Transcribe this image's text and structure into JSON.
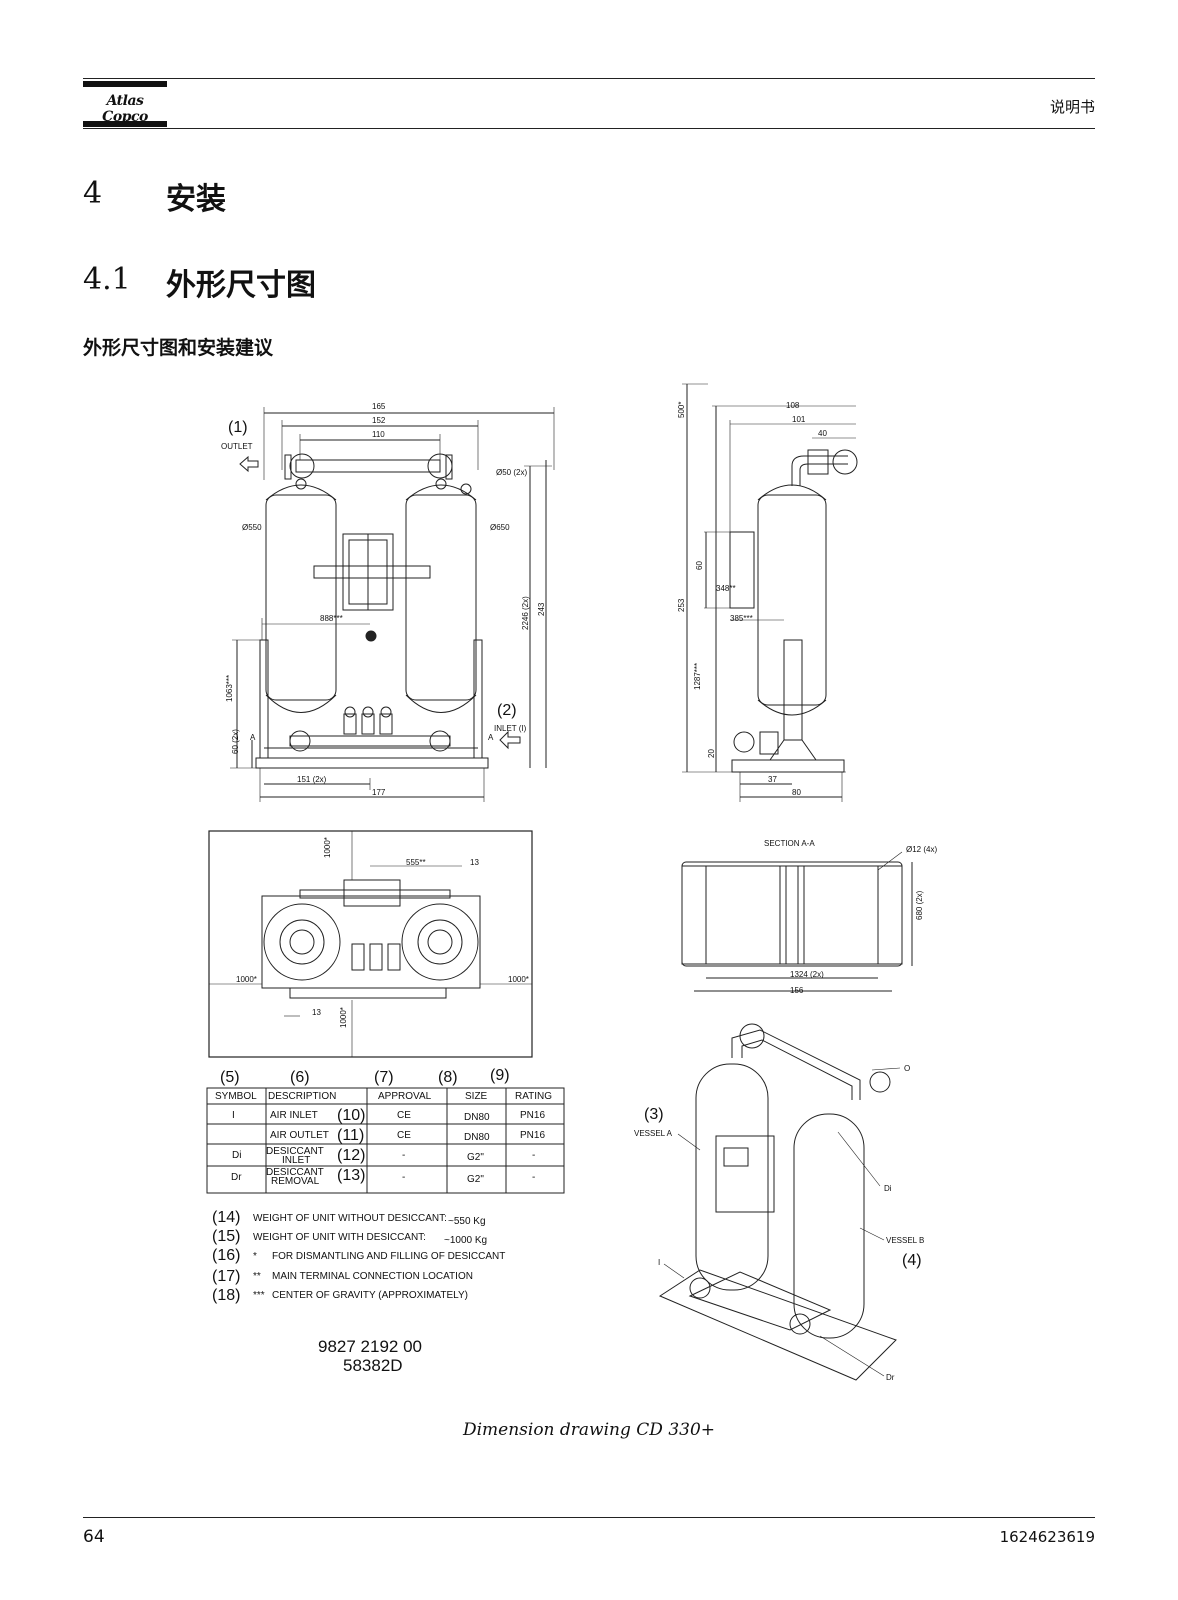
{
  "header": {
    "logo_text": "Atlas Copco",
    "doc_type": "说明书"
  },
  "section": {
    "number": "4",
    "title": "安装"
  },
  "subsection": {
    "number": "4.1",
    "title": "外形尺寸图"
  },
  "heading": "外形尺寸图和安装建议",
  "drawing": {
    "front": {
      "callout_outlet_no": "(1)",
      "outlet_label": "OUTLET",
      "callout_inlet_no": "(2)",
      "inlet_label": "INLET (I)",
      "dim_165": "165",
      "dim_152": "152",
      "dim_110": "110",
      "dim_d50": "Ø50 (2x)",
      "dim_d550": "Ø550",
      "dim_d650": "Ø650",
      "dim_888": "888***",
      "dim_2246": "2246 (2x)",
      "dim_243": "243",
      "dim_1063": "1063***",
      "dim_60": "60 (2x)",
      "dim_151": "151 (2x)",
      "dim_177": "177",
      "section_mark": "A"
    },
    "side": {
      "dim_500": "500*",
      "dim_108": "108",
      "dim_101": "101",
      "dim_40": "40",
      "dim_60": "60",
      "dim_348": "348**",
      "dim_253": "253",
      "dim_385": "385***",
      "dim_1287": "1287***",
      "dim_20": "20",
      "dim_37": "37",
      "dim_80": "80"
    },
    "top": {
      "dim_1000_top": "1000*",
      "dim_555": "555**",
      "dim_13_top": "13",
      "dim_1000_left": "1000*",
      "dim_1000_right": "1000*",
      "dim_13_bottom": "13",
      "dim_1000_bottom": "1000*"
    },
    "section": {
      "title": "SECTION A-A",
      "dim_d12": "Ø12 (4x)",
      "dim_680": "680 (2x)",
      "dim_1324": "1324 (2x)",
      "dim_156": "156"
    },
    "iso": {
      "callout_vessel_a_no": "(3)",
      "vessel_a": "VESSEL A",
      "callout_vessel_b_no": "(4)",
      "vessel_b": "VESSEL B",
      "o": "O",
      "di": "Di",
      "i": "I",
      "dr": "Dr"
    }
  },
  "table": {
    "col_numbers": [
      "(5)",
      "(6)",
      "(7)",
      "(8)",
      "(9)"
    ],
    "headers": [
      "SYMBOL",
      "DESCRIPTION",
      "APPROVAL",
      "SIZE",
      "RATING"
    ],
    "rows": [
      {
        "symbol": "I",
        "description": "AIR INLET",
        "no": "(10)",
        "approval": "CE",
        "size": "DN80",
        "rating": "PN16"
      },
      {
        "symbol": "",
        "description": "AIR OUTLET",
        "no": "(11)",
        "approval": "CE",
        "size": "DN80",
        "rating": "PN16"
      },
      {
        "symbol": "Di",
        "description": "DESICCANT",
        "description2": "INLET",
        "no": "(12)",
        "approval": "-",
        "size": "G2\"",
        "rating": "-"
      },
      {
        "symbol": "Dr",
        "description": "DESICCANT",
        "description2": "REMOVAL",
        "no": "(13)",
        "approval": "-",
        "size": "G2\"",
        "rating": "-"
      }
    ]
  },
  "notes": [
    {
      "no": "(14)",
      "mark": "",
      "text": "WEIGHT OF UNIT WITHOUT DESICCANT:",
      "value": "~550 Kg"
    },
    {
      "no": "(15)",
      "mark": "",
      "text": "WEIGHT OF UNIT WITH DESICCANT:",
      "value": "~1000 Kg"
    },
    {
      "no": "(16)",
      "mark": "*",
      "text": "FOR DISMANTLING AND FILLING OF DESICCANT",
      "value": ""
    },
    {
      "no": "(17)",
      "mark": "**",
      "text": "MAIN TERMINAL CONNECTION LOCATION",
      "value": ""
    },
    {
      "no": "(18)",
      "mark": "***",
      "text": "CENTER OF GRAVITY (APPROXIMATELY)",
      "value": ""
    }
  ],
  "drawing_number": "9827 2192 00",
  "drawing_revision": "58382D",
  "caption": "Dimension drawing CD 330+",
  "footer": {
    "page_number": "64",
    "doc_number": "1624623619"
  }
}
